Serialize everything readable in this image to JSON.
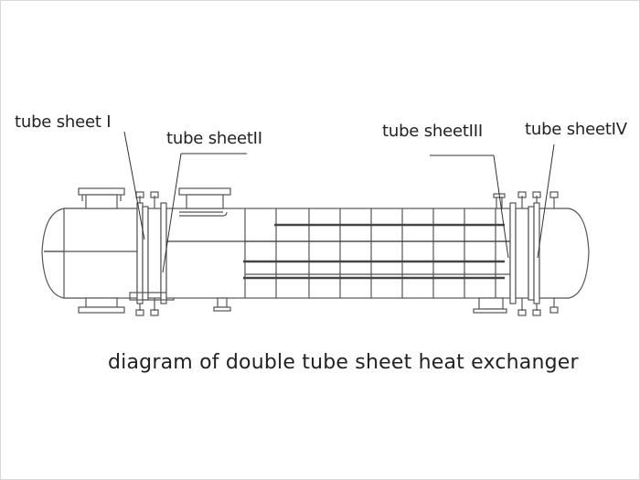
{
  "labels": {
    "sheet1": "tube sheet I",
    "sheet2": "tube sheetII",
    "sheet3": "tube sheetIII",
    "sheet4": "tube sheetIV"
  },
  "caption": "diagram of double tube sheet heat exchanger"
}
